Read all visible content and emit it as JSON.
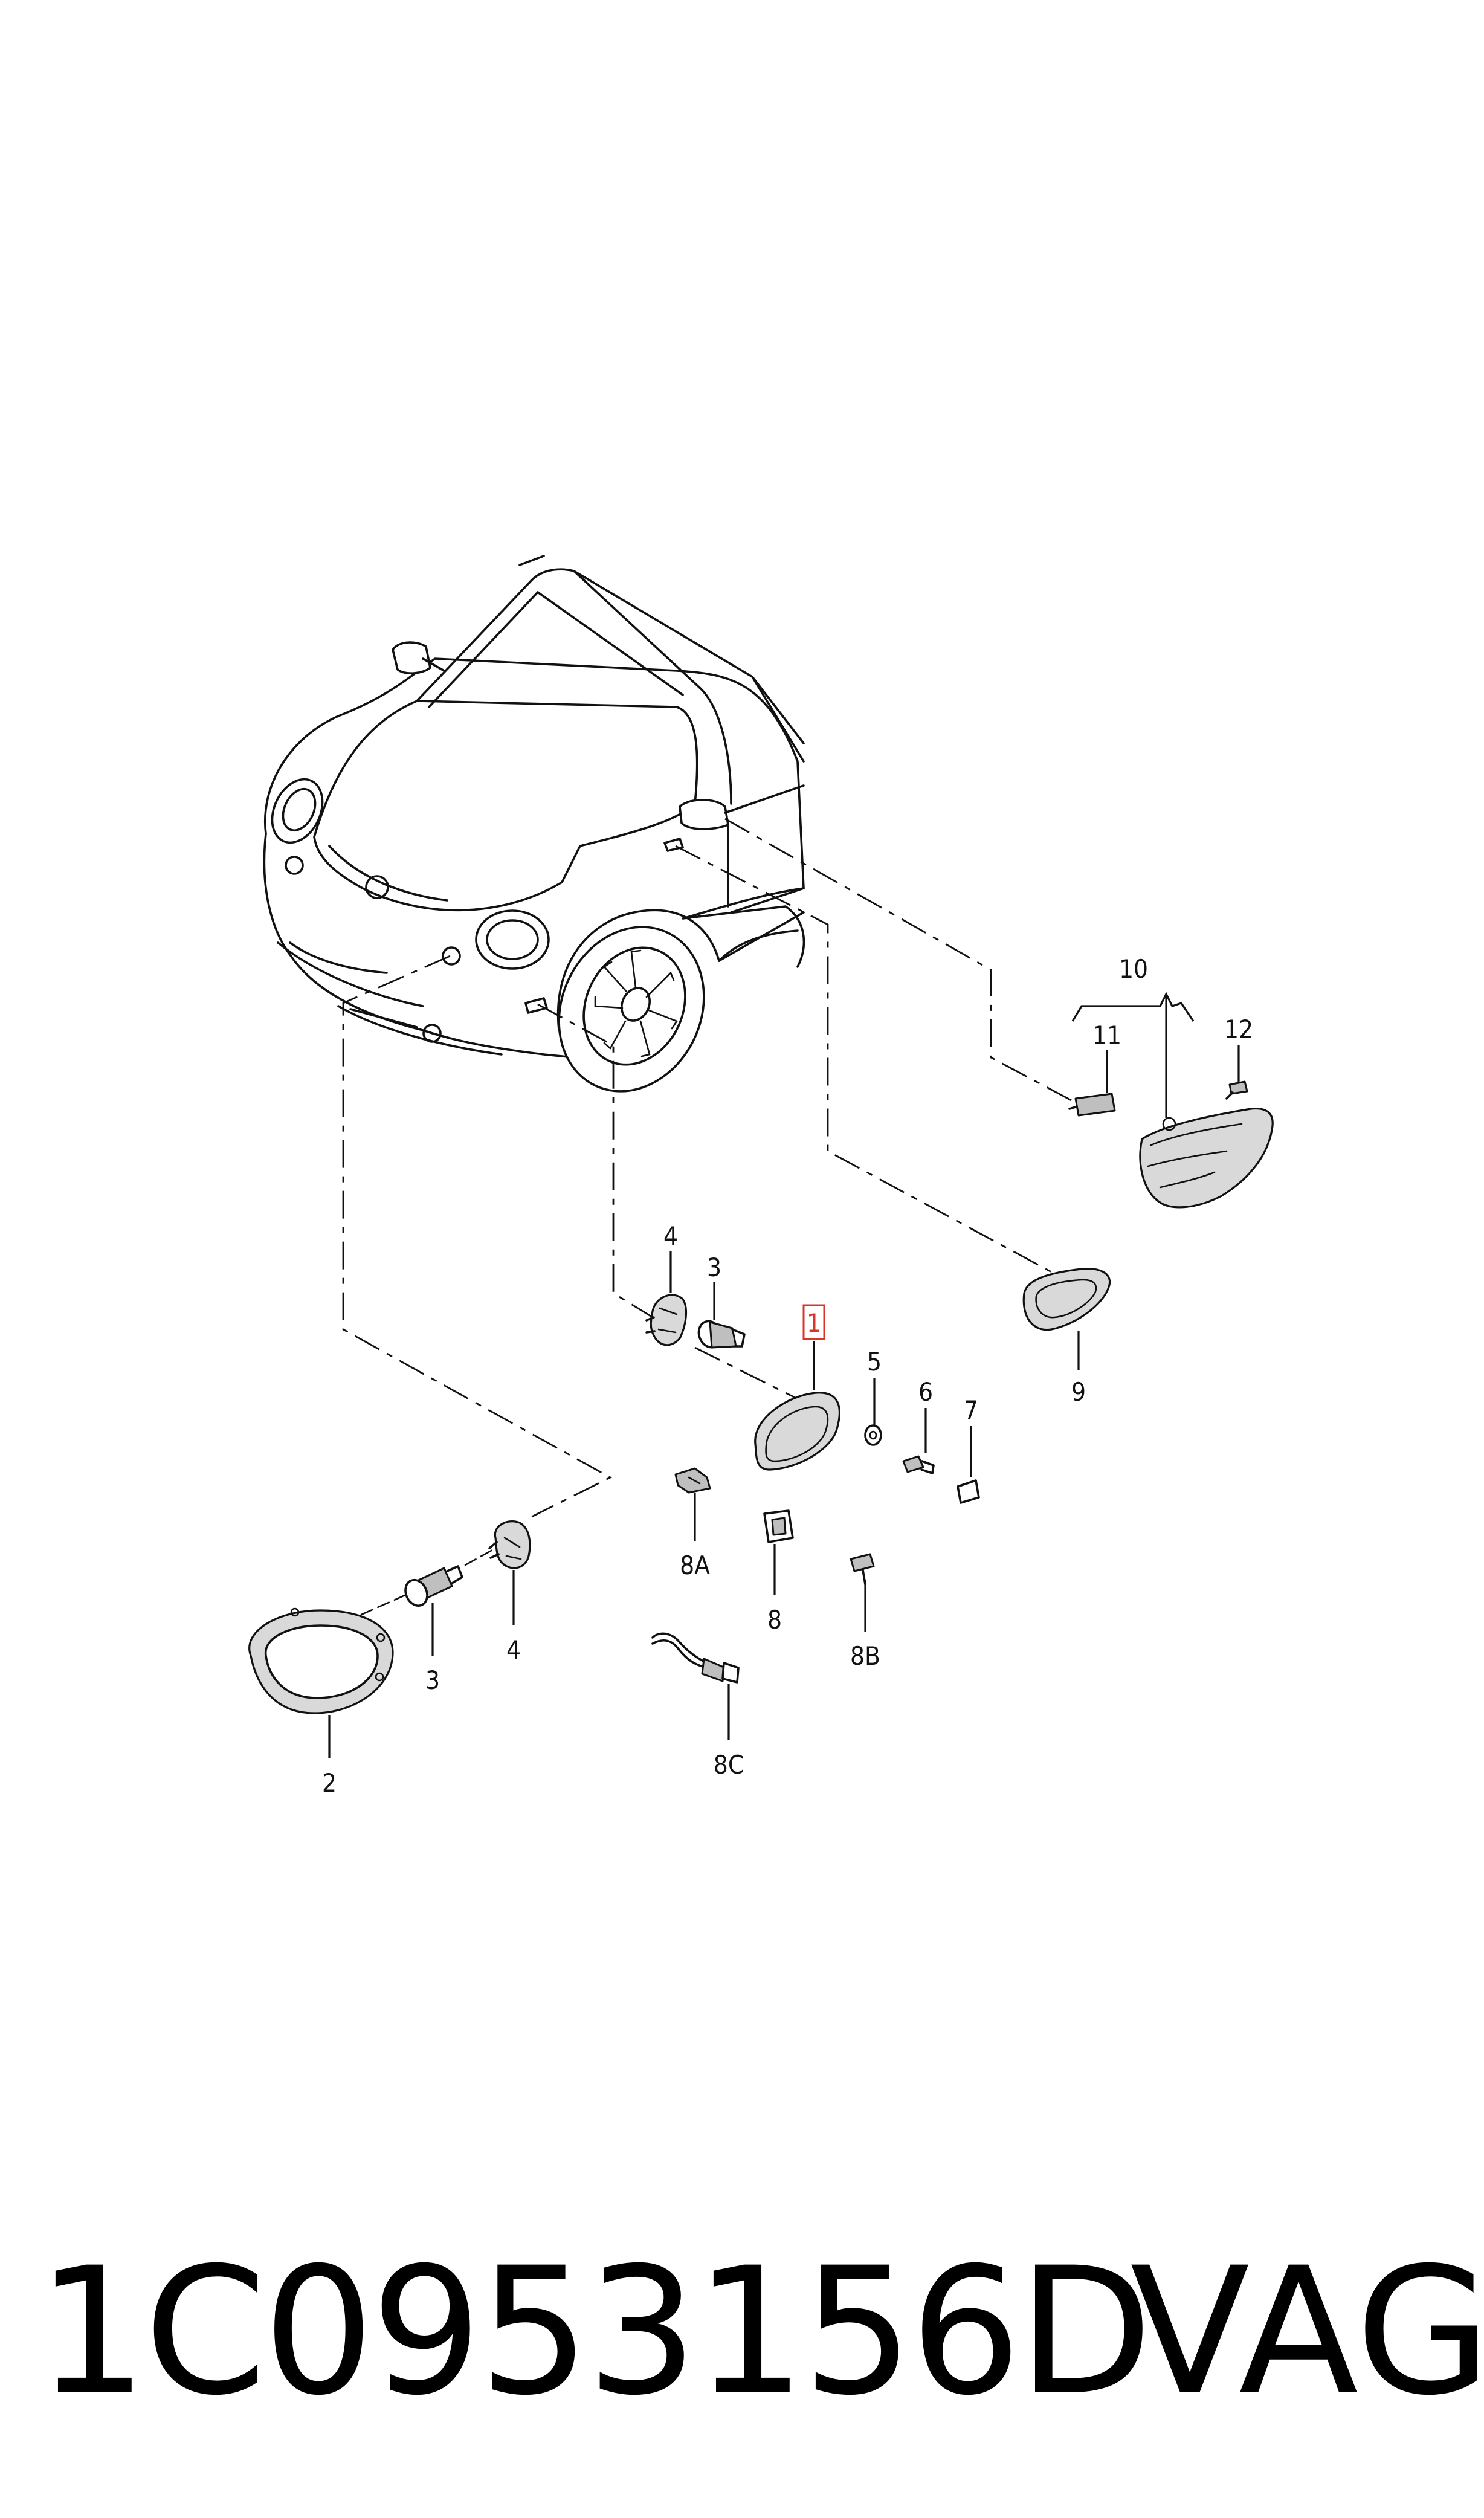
{
  "footer": {
    "part_number": "1C0953156D",
    "brand": "VAG"
  },
  "callouts": {
    "c1": "1",
    "c2": "2",
    "c3a": "3",
    "c3b": "3",
    "c4a": "4",
    "c4b": "4",
    "c5": "5",
    "c6": "6",
    "c7": "7",
    "c8": "8",
    "c8a": "8A",
    "c8b": "8B",
    "c8c": "8C",
    "c9": "9",
    "c10": "10",
    "c11": "11",
    "c12": "12"
  },
  "highlight_color": "#d9342b"
}
